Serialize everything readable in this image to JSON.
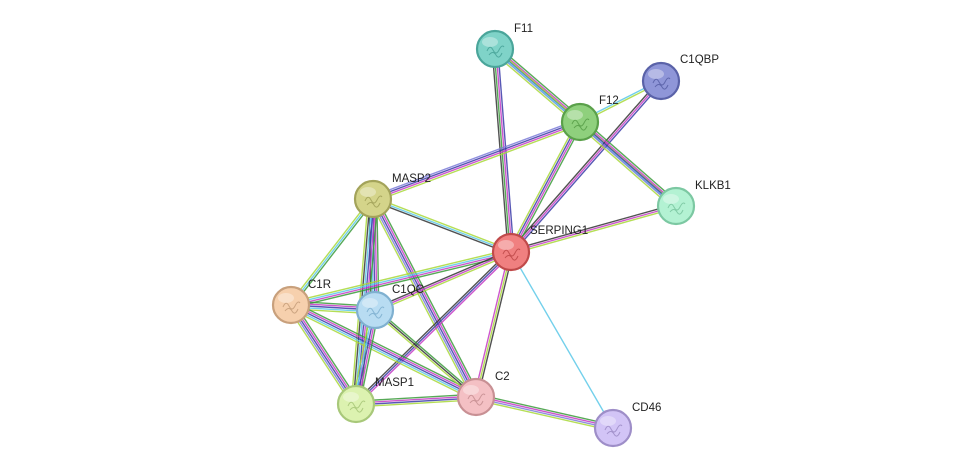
{
  "network": {
    "nodes": [
      {
        "id": "F11",
        "label": "F11",
        "color": "#7fd3c8",
        "stroke": "#4aa59a"
      },
      {
        "id": "C1QBP",
        "label": "C1QBP",
        "color": "#8f96d8",
        "stroke": "#5a62a8"
      },
      {
        "id": "F12",
        "label": "F12",
        "color": "#8fd07d",
        "stroke": "#5aa04a"
      },
      {
        "id": "KLKB1",
        "label": "KLKB1",
        "color": "#b3f2d3",
        "stroke": "#7cc8a2"
      },
      {
        "id": "MASP2",
        "label": "MASP2",
        "color": "#d4d48a",
        "stroke": "#a3a35a"
      },
      {
        "id": "SERPING1",
        "label": "SERPING1",
        "color": "#f08080",
        "stroke": "#c04a4a"
      },
      {
        "id": "C1R",
        "label": "C1R",
        "color": "#f6d0ad",
        "stroke": "#c8a07c"
      },
      {
        "id": "C1QC",
        "label": "C1QC",
        "color": "#b8dcf2",
        "stroke": "#7fb0d0"
      },
      {
        "id": "MASP1",
        "label": "MASP1",
        "color": "#dcf2b0",
        "stroke": "#a8c87a"
      },
      {
        "id": "C2",
        "label": "C2",
        "color": "#f4c0c4",
        "stroke": "#c89094"
      },
      {
        "id": "CD46",
        "label": "CD46",
        "color": "#d2c4f6",
        "stroke": "#9e8ec8"
      }
    ],
    "edges": [
      {
        "source": "F11",
        "target": "F12",
        "evidence": [
          "#3a9a3a",
          "#c43ac4",
          "#3a3aa8",
          "#7b7bd8",
          "#a8d838"
        ]
      },
      {
        "source": "F11",
        "target": "SERPING1",
        "evidence": [
          "#3a3aa8",
          "#c43ac4",
          "#3a9a3a",
          "#333333"
        ]
      },
      {
        "source": "F11",
        "target": "KLKB1",
        "evidence": [
          "#a8d838",
          "#5ac8e8"
        ]
      },
      {
        "source": "C1QBP",
        "target": "F12",
        "evidence": [
          "#a8d838",
          "#5ac8e8"
        ]
      },
      {
        "source": "C1QBP",
        "target": "SERPING1",
        "evidence": [
          "#3a3aa8",
          "#c43ac4",
          "#333333"
        ]
      },
      {
        "source": "F12",
        "target": "KLKB1",
        "evidence": [
          "#3a9a3a",
          "#c43ac4",
          "#3a3aa8",
          "#7b7bd8",
          "#a8d838"
        ]
      },
      {
        "source": "F12",
        "target": "SERPING1",
        "evidence": [
          "#3a9a3a",
          "#c43ac4",
          "#3a3aa8",
          "#a8d838"
        ]
      },
      {
        "source": "F12",
        "target": "MASP2",
        "evidence": [
          "#a8d838",
          "#c43ac4",
          "#3a3aa8",
          "#7b7bd8"
        ]
      },
      {
        "source": "KLKB1",
        "target": "SERPING1",
        "evidence": [
          "#a8d838",
          "#c43ac4",
          "#333333"
        ]
      },
      {
        "source": "MASP2",
        "target": "SERPING1",
        "evidence": [
          "#a8d838",
          "#5ac8e8",
          "#333333"
        ]
      },
      {
        "source": "MASP2",
        "target": "C1R",
        "evidence": [
          "#3a9a3a",
          "#5ac8e8",
          "#a8d838"
        ]
      },
      {
        "source": "MASP2",
        "target": "C1QC",
        "evidence": [
          "#3a9a3a",
          "#c43ac4",
          "#3a3aa8",
          "#5ac8e8",
          "#333333"
        ]
      },
      {
        "source": "MASP2",
        "target": "MASP1",
        "evidence": [
          "#3a9a3a",
          "#c43ac4",
          "#3a3aa8",
          "#5ac8e8",
          "#333333",
          "#a8d838"
        ]
      },
      {
        "source": "MASP2",
        "target": "C2",
        "evidence": [
          "#3a9a3a",
          "#c43ac4",
          "#3a3aa8",
          "#7b7bd8",
          "#a8d838"
        ]
      },
      {
        "source": "SERPING1",
        "target": "C1R",
        "evidence": [
          "#3a9a3a",
          "#c43ac4",
          "#5ac8e8",
          "#a8d838"
        ]
      },
      {
        "source": "SERPING1",
        "target": "C1QC",
        "evidence": [
          "#a8d838",
          "#c43ac4",
          "#333333"
        ]
      },
      {
        "source": "SERPING1",
        "target": "MASP1",
        "evidence": [
          "#c43ac4",
          "#3a3aa8",
          "#333333"
        ]
      },
      {
        "source": "SERPING1",
        "target": "C2",
        "evidence": [
          "#333333",
          "#a8d838",
          "#c43ac4"
        ]
      },
      {
        "source": "SERPING1",
        "target": "CD46",
        "evidence": [
          "#5ac8e8"
        ]
      },
      {
        "source": "C1R",
        "target": "C1QC",
        "evidence": [
          "#3a9a3a",
          "#c43ac4",
          "#3a3aa8",
          "#5ac8e8",
          "#a8d838"
        ]
      },
      {
        "source": "C1R",
        "target": "MASP1",
        "evidence": [
          "#3a9a3a",
          "#c43ac4",
          "#3a3aa8",
          "#7b7bd8",
          "#a8d838"
        ]
      },
      {
        "source": "C1R",
        "target": "C2",
        "evidence": [
          "#3a9a3a",
          "#c43ac4",
          "#3a3aa8",
          "#5ac8e8",
          "#a8d838"
        ]
      },
      {
        "source": "C1QC",
        "target": "MASP1",
        "evidence": [
          "#3a9a3a",
          "#c43ac4",
          "#3a3aa8",
          "#5ac8e8",
          "#a8d838"
        ]
      },
      {
        "source": "C1QC",
        "target": "C2",
        "evidence": [
          "#3a9a3a",
          "#333333",
          "#a8d838"
        ]
      },
      {
        "source": "MASP1",
        "target": "C2",
        "evidence": [
          "#3a9a3a",
          "#c43ac4",
          "#3a3aa8",
          "#a8d838"
        ]
      },
      {
        "source": "C2",
        "target": "CD46",
        "evidence": [
          "#3a9a3a",
          "#c43ac4",
          "#7b7bd8",
          "#a8d838"
        ]
      }
    ]
  }
}
